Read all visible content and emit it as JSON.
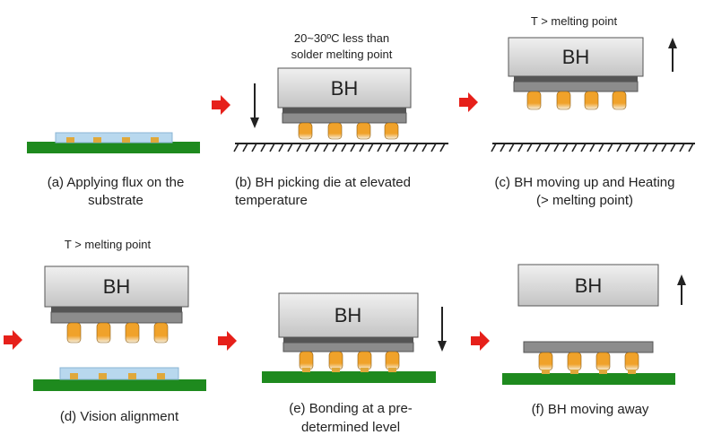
{
  "colors": {
    "substrate": "#1e8a1e",
    "flux": "#b8d8ee",
    "pad": "#e0a83a",
    "bump": "#f0a22a",
    "bump_tip": "#f6f0e0",
    "die": "#8c8c8c",
    "die_dark": "#555555",
    "head_top": "#f0f0f0",
    "head_bottom": "#c4c4c4",
    "arrow_red": "#e6201a",
    "ground": "#222222"
  },
  "head_label": "BH",
  "panels": {
    "a": {
      "caption_line1": "(a) Applying flux on the",
      "caption_line2": "substrate"
    },
    "b": {
      "note_line1": "20~30ºC less than",
      "note_line2": "solder melting point",
      "caption_line1": "(b) BH picking die at elevated",
      "caption_line2": "temperature"
    },
    "c": {
      "note": "T > melting point",
      "caption_line1": "(c) BH moving up and Heating",
      "caption_line2": "(> melting point)"
    },
    "d": {
      "note": "T > melting point",
      "caption": "(d) Vision alignment"
    },
    "e": {
      "caption_line1": "(e) Bonding at a pre-",
      "caption_line2": "determined level"
    },
    "f": {
      "caption": "(f) BH moving away"
    }
  }
}
